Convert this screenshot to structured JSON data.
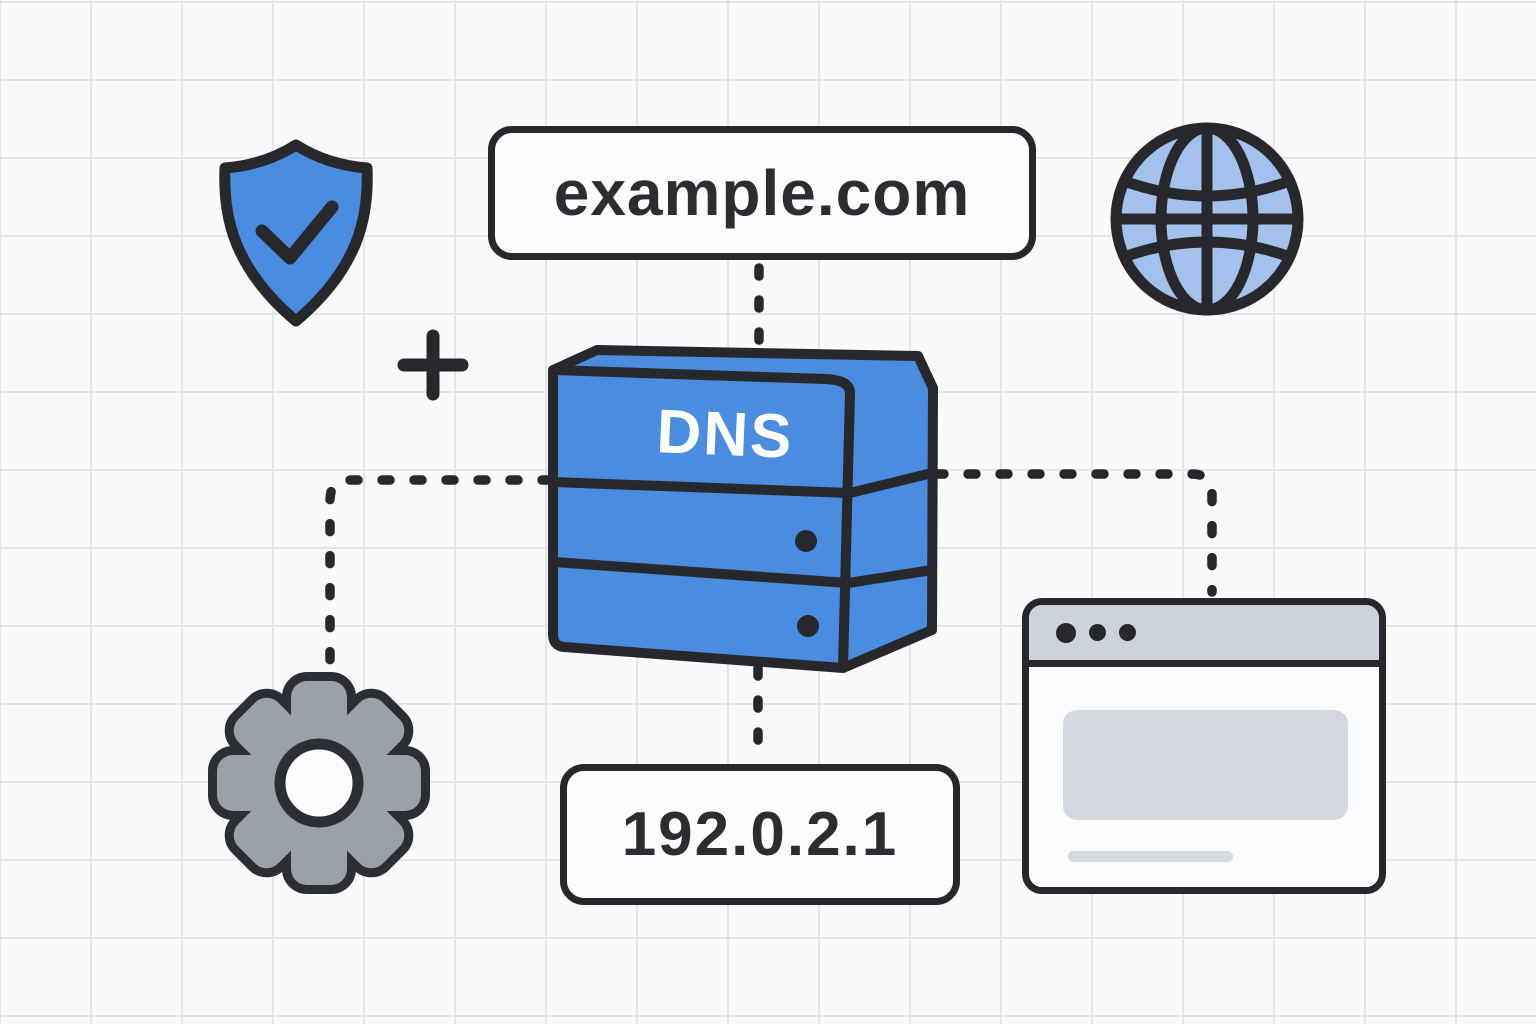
{
  "diagram": {
    "description": "DNS resolution illustration",
    "domain_box": {
      "label": "example.com"
    },
    "dns_server": {
      "label": "DNS",
      "led_count": 2,
      "rack_sections": 3
    },
    "ip_box": {
      "label": "192.0.2.1"
    },
    "icons": {
      "shield": "shield-check-icon",
      "plus": "plus-icon",
      "globe": "globe-icon",
      "gear": "gear-icon",
      "browser": "browser-window-icon"
    },
    "colors": {
      "primary_blue": "#4a8ce0",
      "globe_light_blue": "#a3c1ec",
      "outline_dark": "#26282b",
      "gear_gray": "#9ba1a9",
      "browser_chrome_gray": "#cdd3da",
      "placeholder_gray": "#d3d7de",
      "background": "#fafafa",
      "grid_line": "#e5e5e5",
      "text_dark": "#2b2d31",
      "text_white": "#fdfdfe"
    }
  }
}
